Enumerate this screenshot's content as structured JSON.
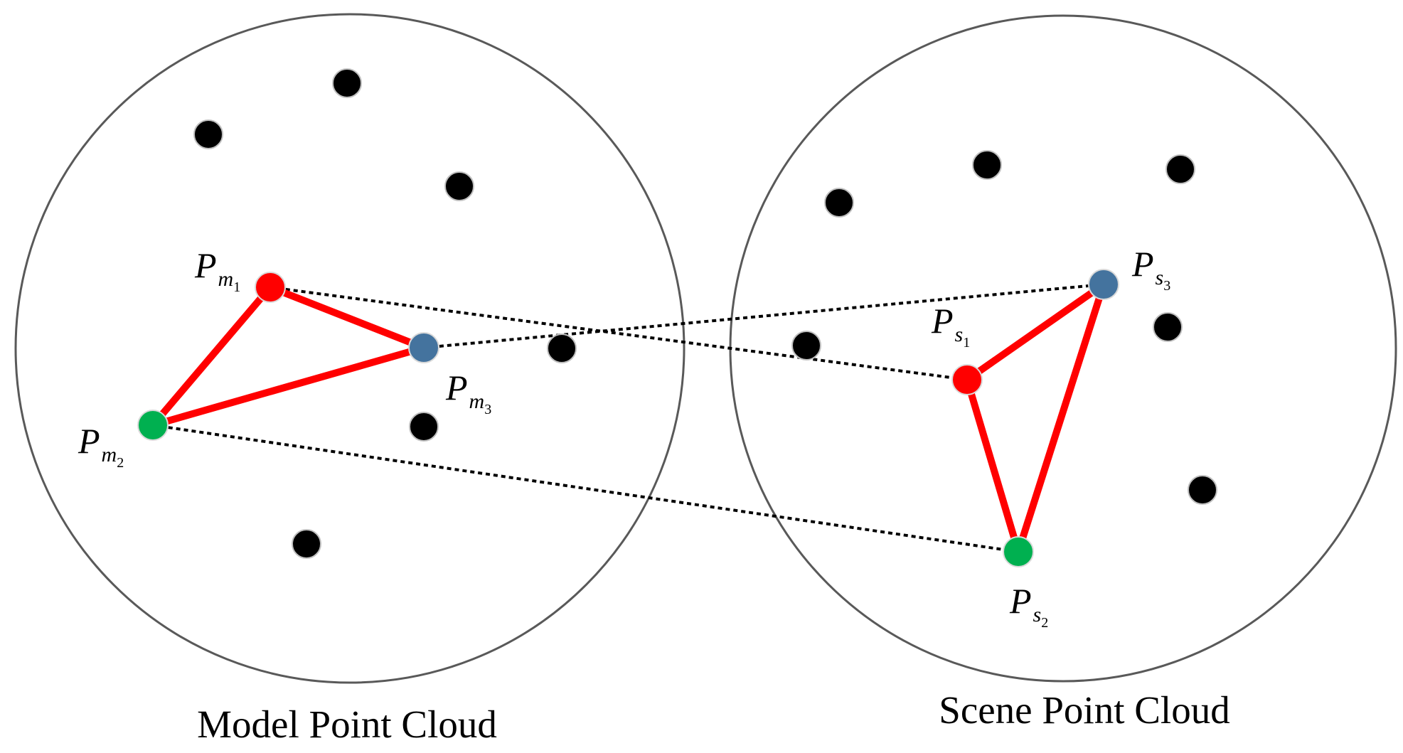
{
  "captions": {
    "model": "Model Point Cloud",
    "scene": "Scene Point Cloud"
  },
  "labels": {
    "pm1": {
      "main": "P",
      "sub": "m",
      "subsub": "1"
    },
    "pm2": {
      "main": "P",
      "sub": "m",
      "subsub": "2"
    },
    "pm3": {
      "main": "P",
      "sub": "m",
      "subsub": "3"
    },
    "ps1": {
      "main": "P",
      "sub": "s",
      "subsub": "1"
    },
    "ps2": {
      "main": "P",
      "sub": "s",
      "subsub": "2"
    },
    "ps3": {
      "main": "P",
      "sub": "s",
      "subsub": "3"
    }
  },
  "colors": {
    "point_1": "#ff0000",
    "point_2": "#00b050",
    "point_3": "#44739e",
    "other_points": "#000000",
    "triangle_edges": "#ff0000",
    "correspondence_lines": "#000000",
    "cloud_outline": "#595959"
  }
}
